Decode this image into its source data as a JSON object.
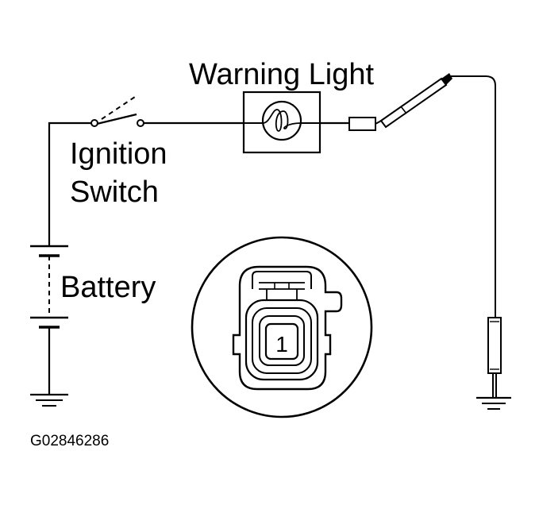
{
  "labels": {
    "warning_light": "Warning Light",
    "ignition_line1": "Ignition",
    "ignition_line2": "Switch",
    "battery": "Battery",
    "connector_pin": "1",
    "figure_id": "G02846286"
  },
  "colors": {
    "ink": "#000000",
    "paper": "#ffffff"
  }
}
